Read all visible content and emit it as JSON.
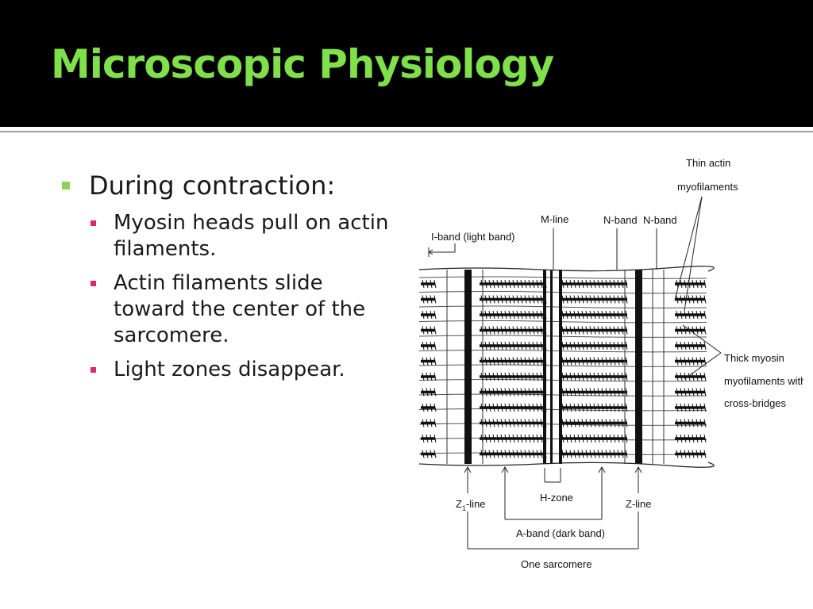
{
  "slide": {
    "title": "Microscopic Physiology",
    "bullet": "During contraction:",
    "sub_bullets": [
      "Myosin heads pull on actin filaments.",
      "Actin filaments slide toward the center of the sarcomere.",
      "Light zones disappear."
    ]
  },
  "diagram": {
    "labels": {
      "thin_actin": [
        "Thin actin",
        "myofilaments"
      ],
      "i_band": "I-band (light band)",
      "m_line": "M-line",
      "n_band_1": "N-band",
      "n_band_2": "N-band",
      "thick_myosin": [
        "Thick myosin",
        "myofilaments with",
        "cross-bridges"
      ],
      "z1_line": "Z",
      "z1_sub": "1",
      "z1_suffix": "-line",
      "h_zone": "H-zone",
      "z_line": "Z-line",
      "a_band": "A-band (dark band)",
      "one_sarcomere": "One sarcomere"
    }
  },
  "colors": {
    "title": "#7fe04a",
    "bullet_marker": "#8ed459",
    "sub_bullet_marker": "#e0266e",
    "header_bg": "#000000"
  }
}
